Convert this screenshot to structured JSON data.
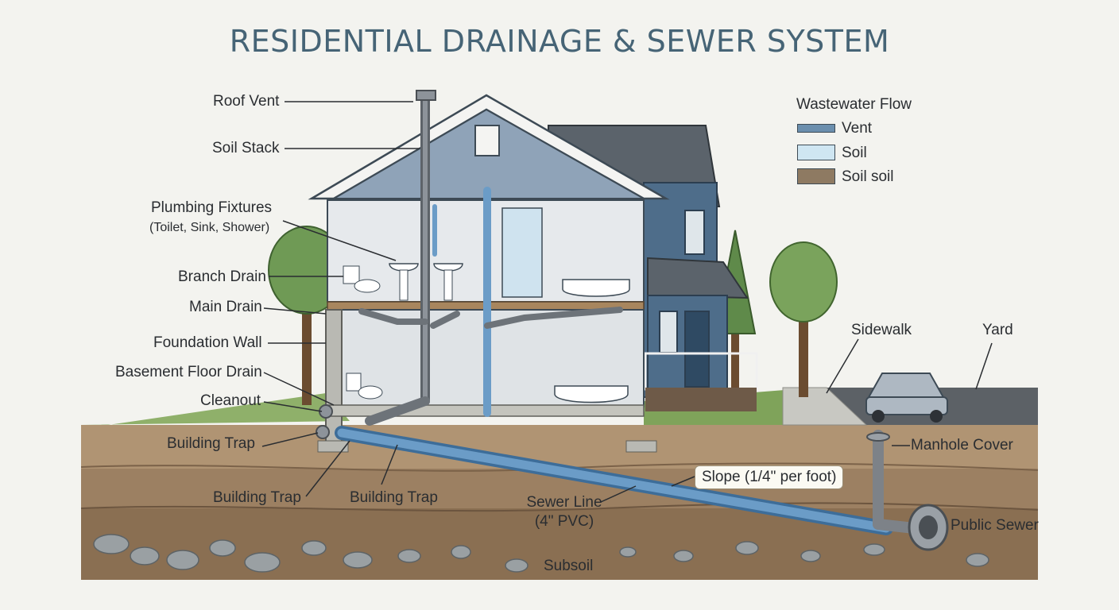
{
  "title": "RESIDENTIAL DRAINAGE & SEWER SYSTEM",
  "legend": {
    "title": "Wastewater Flow",
    "items": [
      {
        "label": "Vent",
        "color": "#6b8fae"
      },
      {
        "label": "Soil",
        "color": "#cfe6f2"
      },
      {
        "label": "Soil soil",
        "color": "#8e7a62"
      }
    ]
  },
  "labels": {
    "roof_vent": "Roof Vent",
    "soil_stack": "Soil Stack",
    "plumbing_fixtures": "Plumbing Fixtures",
    "plumbing_fixtures_sub": "(Toilet, Sink, Shower)",
    "branch_drain": "Branch Drain",
    "main_drain": "Main Drain",
    "foundation_wall": "Foundation Wall",
    "basement_floor_drain": "Basement Floor Drain",
    "cleanout": "Cleanout",
    "building_trap_1": "Building Trap",
    "building_trap_2": "Building Trap",
    "building_trap_3": "Building Trap",
    "sewer_line": "Sewer Line",
    "sewer_line_sub": "(4\" PVC)",
    "slope": "Slope (1/4\" per foot)",
    "sidewalk": "Sidewalk",
    "yard": "Yard",
    "manhole_cover": "Manhole Cover",
    "public_sewer": "Public Sewer",
    "subsoil": "Subsoil"
  },
  "colors": {
    "pipe_blue": "#6b9cc7",
    "pipe_gray": "#7d8288",
    "siding": "#4e6d8a",
    "soil": "#a08564",
    "grass": "#7fa35a"
  }
}
